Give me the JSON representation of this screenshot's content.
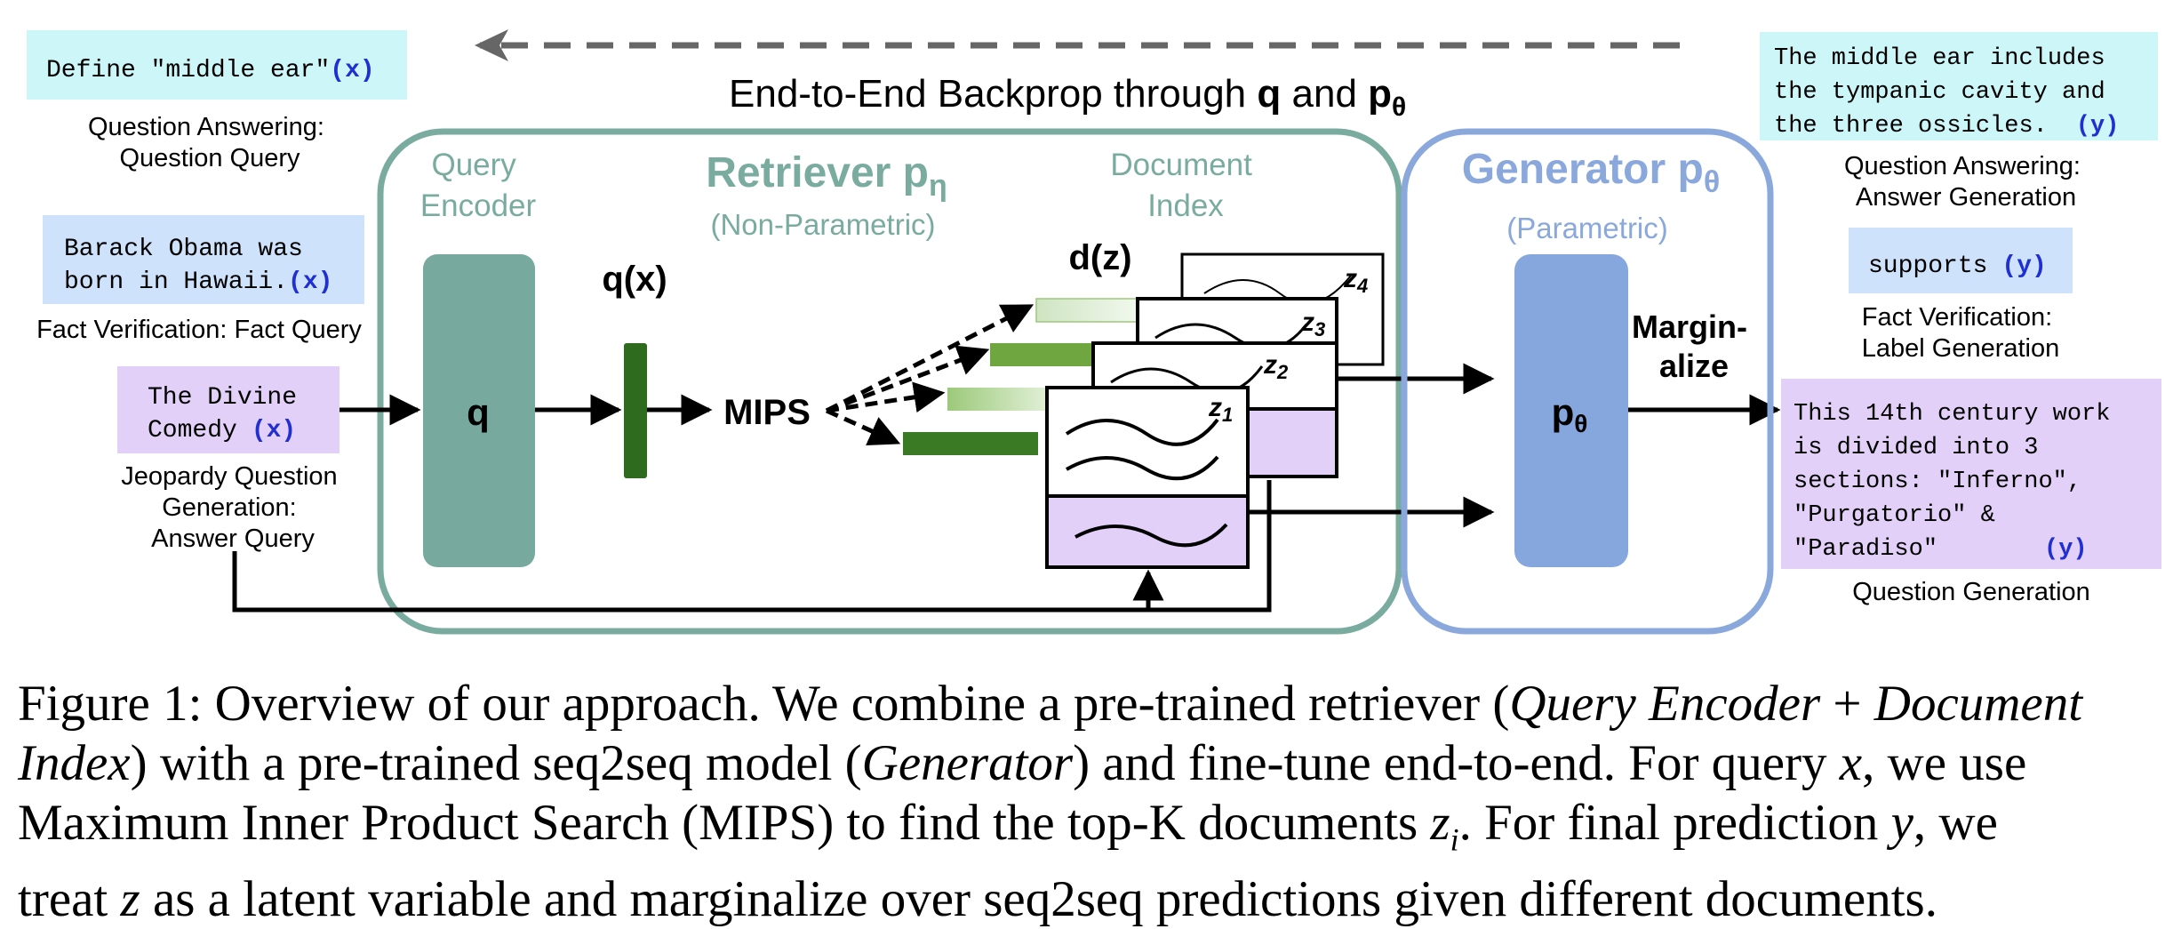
{
  "figure": {
    "backprop_label": "End-to-End Backprop through",
    "backprop_q": "q",
    "backprop_and": "and",
    "backprop_p": "p",
    "backprop_theta": "θ",
    "inputs": {
      "qa_query": {
        "text_lines": [
          "Define \"middle ear\""
        ],
        "tag": "(x)",
        "label_lines": [
          "Question Answering:",
          "Question Query"
        ],
        "color": "#ccf6f7"
      },
      "fact_query": {
        "text_lines": [
          "Barack Obama was",
          "born in Hawaii."
        ],
        "tag": "(x)",
        "label_lines": [
          "Fact Verification: Fact Query"
        ],
        "color": "#cfe2fb"
      },
      "jeopardy_query": {
        "text_lines": [
          "The Divine",
          "Comedy"
        ],
        "tag": "(x)",
        "label_lines": [
          "Jeopardy Question",
          "Generation:",
          "Answer Query"
        ],
        "color": "#e3d0f8"
      }
    },
    "retriever": {
      "title": "Retriever p",
      "subscript": "η",
      "subtitle": "(Non-Parametric)",
      "query_encoder_lines": [
        "Query",
        "Encoder"
      ],
      "query_encoder_symbol": "q",
      "qx_label": "q(x)",
      "mips_label": "MIPS",
      "document_index_lines": [
        "Document",
        "Index"
      ],
      "dz_label": "d(z)",
      "doc_labels": [
        "z",
        "z",
        "z",
        "z"
      ],
      "doc_subscripts": [
        "1",
        "2",
        "3",
        "4"
      ],
      "border_color": "#7aab9f"
    },
    "generator": {
      "title": "Generator p",
      "subscript": "θ",
      "subtitle": "(Parametric)",
      "symbol": "p",
      "symbol_subscript": "θ",
      "marginalize_lines": [
        "Margin-",
        "alize"
      ],
      "border_color": "#8aa8dc"
    },
    "outputs": {
      "qa_answer": {
        "text_lines": [
          "The middle ear includes",
          "the tympanic cavity and",
          "the three ossicles."
        ],
        "tag": "(y)",
        "label_lines": [
          "Question Answering:",
          "Answer Generation"
        ],
        "color": "#ccf6f7"
      },
      "fact_label": {
        "text_lines": [
          "supports"
        ],
        "tag": "(y)",
        "label_lines": [
          "Fact Verification:",
          "Label Generation"
        ],
        "color": "#cfe2fb"
      },
      "question_gen": {
        "text_lines": [
          "This 14th century work",
          "is divided into 3",
          "sections: \"Inferno\",",
          "\"Purgatorio\" &",
          "\"Paradiso\""
        ],
        "tag": "(y)",
        "label_lines": [
          "Question Generation"
        ],
        "color": "#e3d0f8"
      }
    }
  },
  "caption": {
    "line1_a": "Figure 1: Overview of our approach. We combine a pre-trained retriever (",
    "line1_b": "Query Encoder",
    "line1_c": " + ",
    "line1_d": "Document",
    "line2_a": "Index",
    "line2_b": ") with a pre-trained seq2seq model (",
    "line2_c": "Generator",
    "line2_d": ") and fine-tune end-to-end. For query ",
    "line2_e": "x",
    "line2_f": ", we use",
    "line3_a": "Maximum Inner Product Search (MIPS) to find the top-K documents ",
    "line3_b": "z",
    "line3_c": "i",
    "line3_d": ". For final prediction ",
    "line3_e": "y",
    "line3_f": ", we",
    "line4_a": "treat ",
    "line4_b": "z",
    "line4_c": " as a latent variable and marginalize over seq2seq predictions given different documents."
  }
}
